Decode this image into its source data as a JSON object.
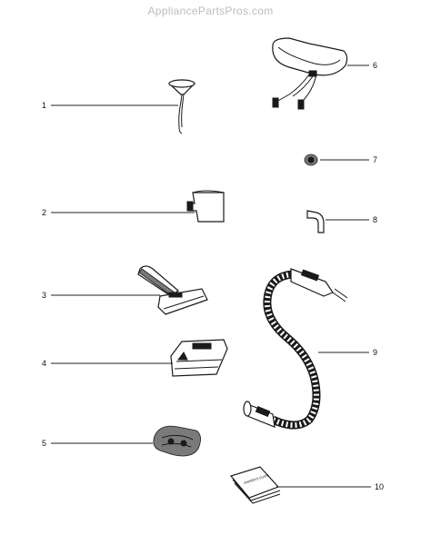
{
  "watermark": "AppliancePartsPros.com",
  "callouts": [
    {
      "n": "1"
    },
    {
      "n": "2"
    },
    {
      "n": "3"
    },
    {
      "n": "4"
    },
    {
      "n": "5"
    },
    {
      "n": "6"
    },
    {
      "n": "7"
    },
    {
      "n": "8"
    },
    {
      "n": "9"
    },
    {
      "n": "10"
    }
  ],
  "booklet_text": "OWNER'S GUIDE"
}
